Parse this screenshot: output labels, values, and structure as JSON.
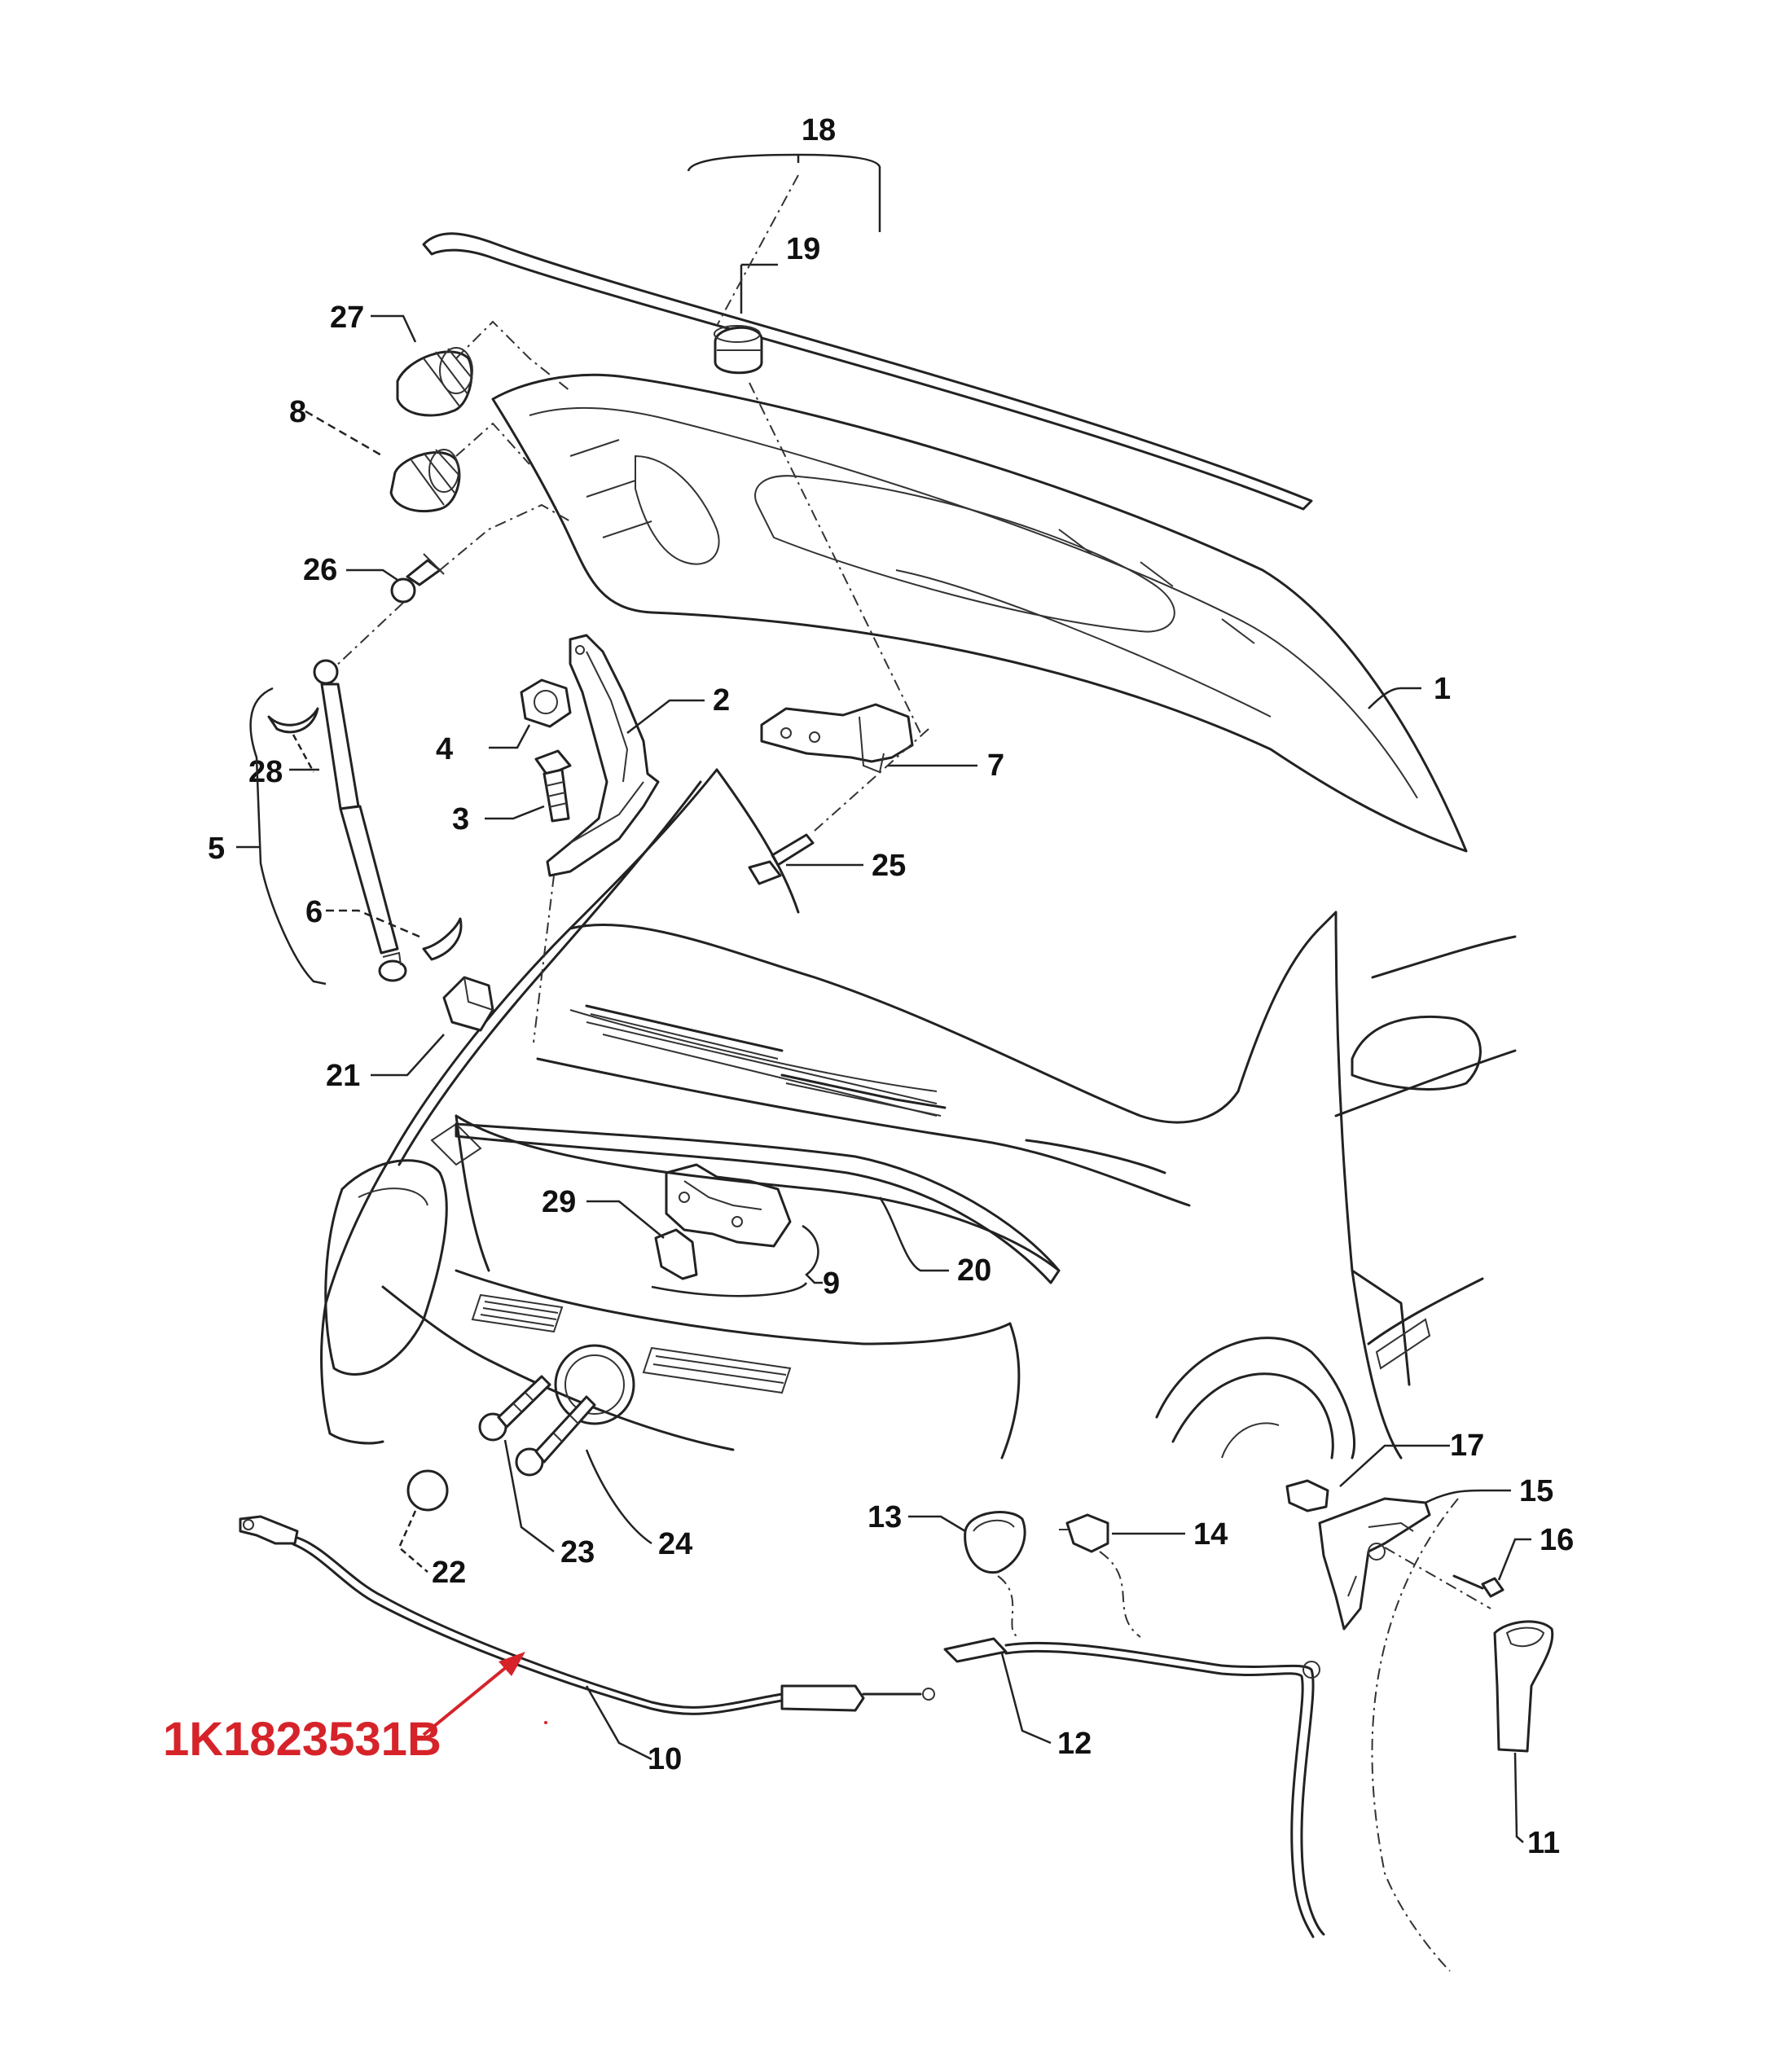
{
  "part_number": {
    "text": "1K1823531B",
    "color": "#d6232a"
  },
  "callouts": {
    "c1": "1",
    "c2": "2",
    "c3": "3",
    "c4": "4",
    "c5": "5",
    "c6": "6",
    "c7": "7",
    "c8": "8",
    "c9": "9",
    "c10": "10",
    "c11": "11",
    "c12": "12",
    "c13": "13",
    "c14": "14",
    "c15": "15",
    "c16": "16",
    "c17": "17",
    "c18": "18",
    "c19": "19",
    "c20": "20",
    "c21": "21",
    "c22": "22",
    "c23": "23",
    "c24": "24",
    "c25": "25",
    "c26": "26",
    "c27": "27",
    "c28": "28",
    "c29": "29"
  }
}
